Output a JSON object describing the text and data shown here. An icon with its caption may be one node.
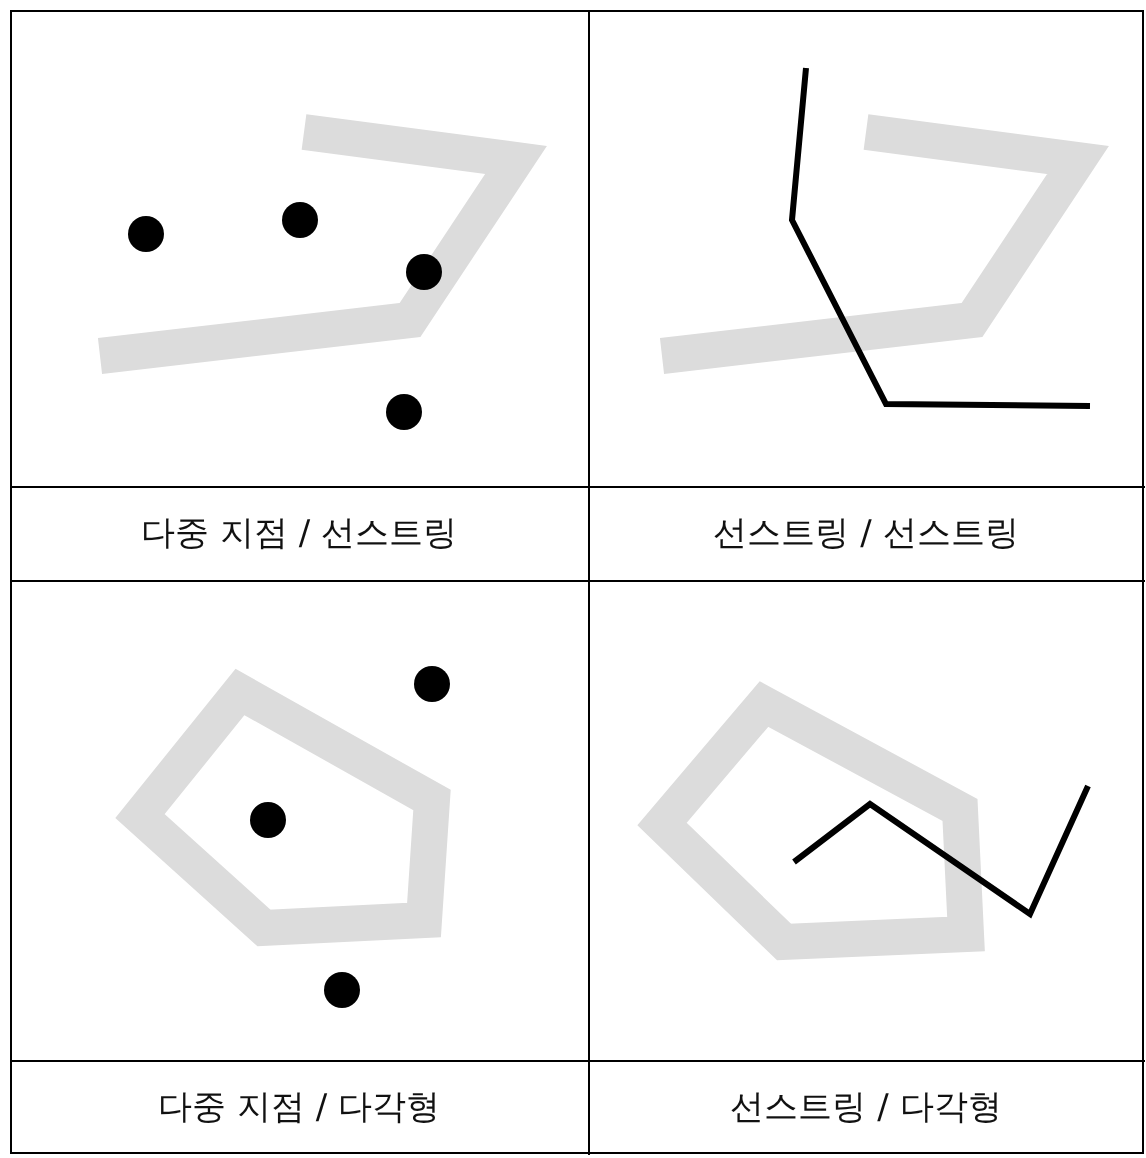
{
  "diagram": {
    "labels": [
      "다중 지점 / 선스트링",
      "선스트링 / 선스트링",
      "다중 지점 / 다각형",
      "선스트링 / 다각형"
    ]
  }
}
